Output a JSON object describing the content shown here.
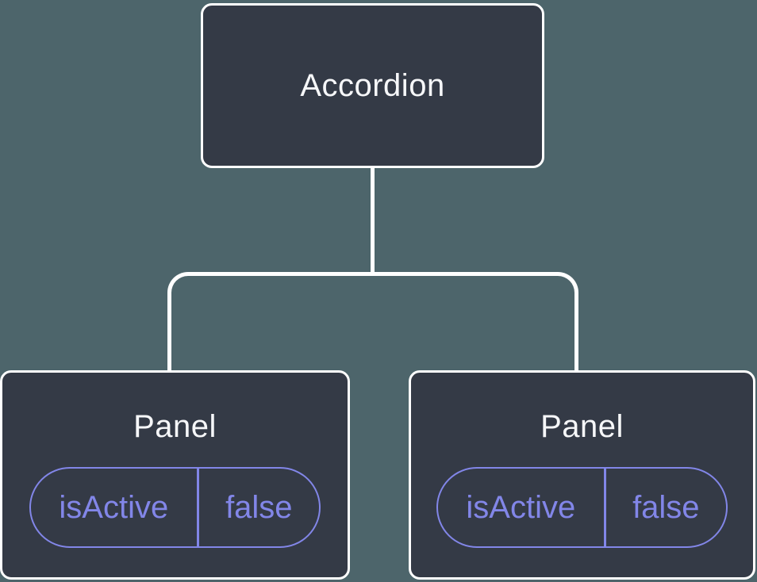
{
  "diagram": {
    "type": "component-tree",
    "root": {
      "label": "Accordion"
    },
    "panels": [
      {
        "label": "Panel",
        "state_key": "isActive",
        "state_value": "false"
      },
      {
        "label": "Panel",
        "state_key": "isActive",
        "state_value": "false"
      }
    ]
  },
  "colors": {
    "background": "#4d656b",
    "node_fill": "#343a46",
    "connector_and_border": "#ffffff",
    "label_text": "#f6f7f9",
    "state_accent": "#8286e8"
  }
}
